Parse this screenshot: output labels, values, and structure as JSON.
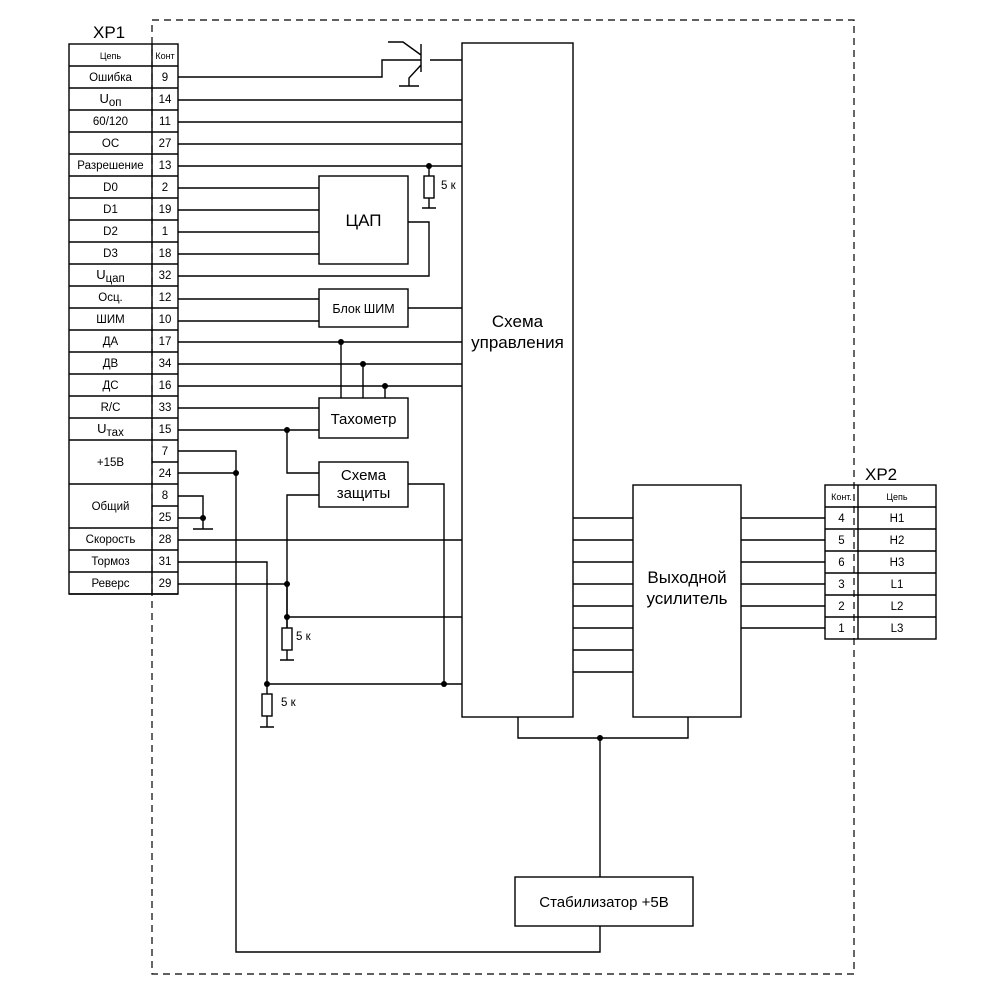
{
  "xp1": {
    "title": "XP1",
    "header_circuit": "Цепь",
    "header_pin": "Конт",
    "rows": [
      {
        "name": "Ошибка",
        "pins": [
          "9"
        ]
      },
      {
        "name": "U",
        "sub": "оп",
        "pins": [
          "14"
        ]
      },
      {
        "name": "60/120",
        "pins": [
          "11"
        ]
      },
      {
        "name": "ОС",
        "pins": [
          "27"
        ]
      },
      {
        "name": "Разрешение",
        "pins": [
          "13"
        ]
      },
      {
        "name": "D0",
        "pins": [
          "2"
        ]
      },
      {
        "name": "D1",
        "pins": [
          "19"
        ]
      },
      {
        "name": "D2",
        "pins": [
          "1"
        ]
      },
      {
        "name": "D3",
        "pins": [
          "18"
        ]
      },
      {
        "name": "U",
        "sub": "цап",
        "pins": [
          "32"
        ]
      },
      {
        "name": "Осц.",
        "pins": [
          "12"
        ]
      },
      {
        "name": "ШИМ",
        "pins": [
          "10"
        ]
      },
      {
        "name": "ДА",
        "pins": [
          "17"
        ]
      },
      {
        "name": "ДВ",
        "pins": [
          "34"
        ]
      },
      {
        "name": "ДС",
        "pins": [
          "16"
        ]
      },
      {
        "name": "R/C",
        "pins": [
          "33"
        ]
      },
      {
        "name": "U",
        "sub": "тах",
        "pins": [
          "15"
        ]
      },
      {
        "name": "+15В",
        "pins": [
          "7",
          "24"
        ]
      },
      {
        "name": "Общий",
        "pins": [
          "8",
          "25"
        ]
      },
      {
        "name": "Скорость",
        "pins": [
          "28"
        ]
      },
      {
        "name": "Тормоз",
        "pins": [
          "31"
        ]
      },
      {
        "name": "Реверс",
        "pins": [
          "29"
        ]
      }
    ]
  },
  "xp2": {
    "title": "XP2",
    "header_pin": "Конт.",
    "header_circuit": "Цепь",
    "rows": [
      {
        "pin": "4",
        "name": "H1"
      },
      {
        "pin": "5",
        "name": "H2"
      },
      {
        "pin": "6",
        "name": "H3"
      },
      {
        "pin": "3",
        "name": "L1"
      },
      {
        "pin": "2",
        "name": "L2"
      },
      {
        "pin": "1",
        "name": "L3"
      }
    ]
  },
  "blocks": {
    "dac": "ЦАП",
    "pwm": "Блок ШИМ",
    "tacho": "Тахометр",
    "protection_line1": "Схема",
    "protection_line2": "защиты",
    "control_line1": "Схема",
    "control_line2": "управления",
    "amplifier_line1": "Выходной",
    "amplifier_line2": "усилитель",
    "stabilizer": "Стабилизатор +5В"
  },
  "resistor_label": "5 к"
}
